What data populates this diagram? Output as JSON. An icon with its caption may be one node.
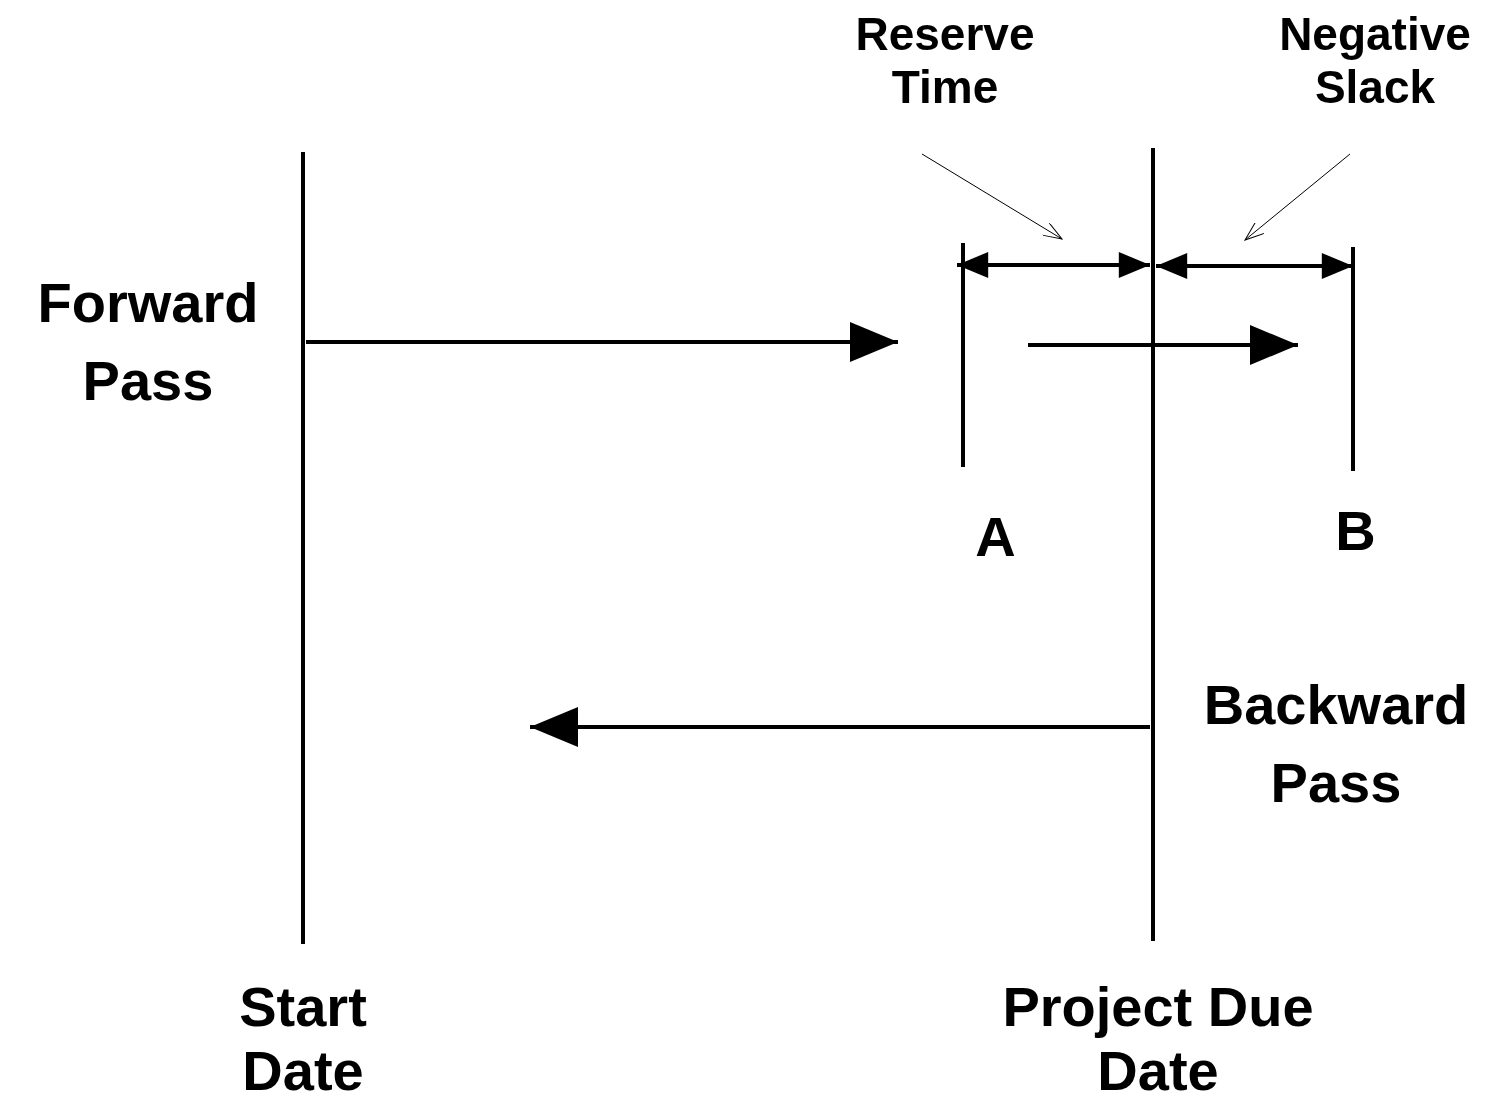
{
  "diagram": {
    "nodes": [
      {
        "text": [
          "Start Date"
        ]
      },
      {
        "text": [
          "A"
        ]
      },
      {
        "text": [
          "Project Due Date"
        ]
      },
      {
        "text": [
          "B"
        ]
      },
      {
        "text": [
          "Reserve Time"
        ]
      },
      {
        "text": [
          "Negative Slack"
        ]
      }
    ],
    "edges": [
      {
        "from": 0,
        "to": 1,
        "arrow": "to"
      },
      {
        "from": 1,
        "to": 3,
        "arrow": "to"
      },
      {
        "from": 2,
        "to": null,
        "arrow": "to"
      },
      {
        "from": 1,
        "to": 2,
        "arrow": "both"
      },
      {
        "from": 2,
        "to": 3,
        "arrow": "both"
      },
      {
        "from": 4,
        "to": null,
        "arrow": "to"
      },
      {
        "from": 5,
        "to": null,
        "arrow": "to"
      }
    ],
    "labels": [
      "Forward Pass",
      "Backward Pass"
    ]
  }
}
